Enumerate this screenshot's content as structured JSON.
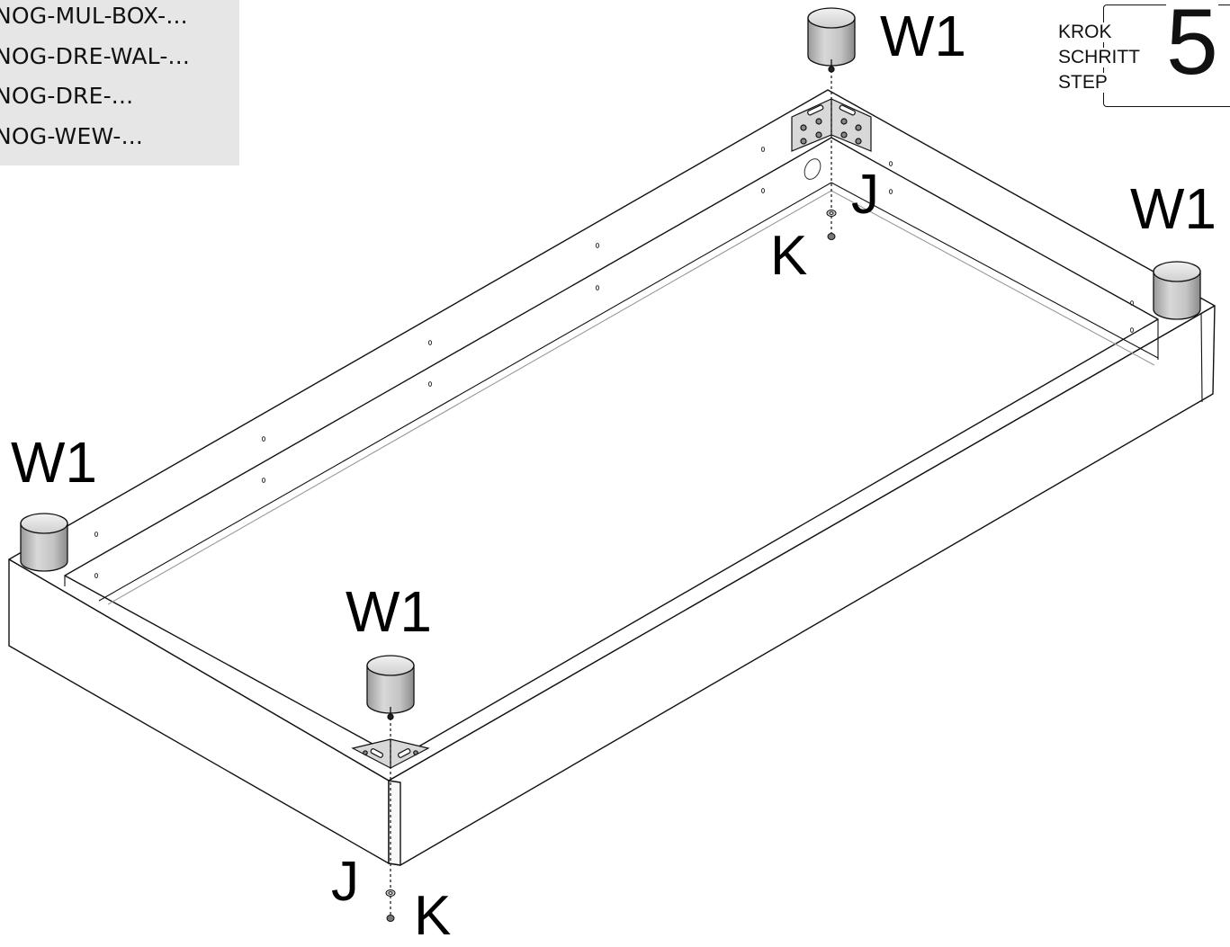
{
  "part_codes": [
    "NOG-MUL-BOX-...",
    "NOG-DRE-WAL-...",
    "NOG-DRE-...",
    "NOG-WEW-..."
  ],
  "step": {
    "words": [
      "KROK",
      "SCHRITT",
      "STEP"
    ],
    "number": "5"
  },
  "labels": {
    "w1_top": "W1",
    "w1_right": "W1",
    "w1_left": "W1",
    "w1_front": "W1",
    "j_back": "J",
    "k_back": "K",
    "j_front": "J",
    "k_front": "K"
  }
}
